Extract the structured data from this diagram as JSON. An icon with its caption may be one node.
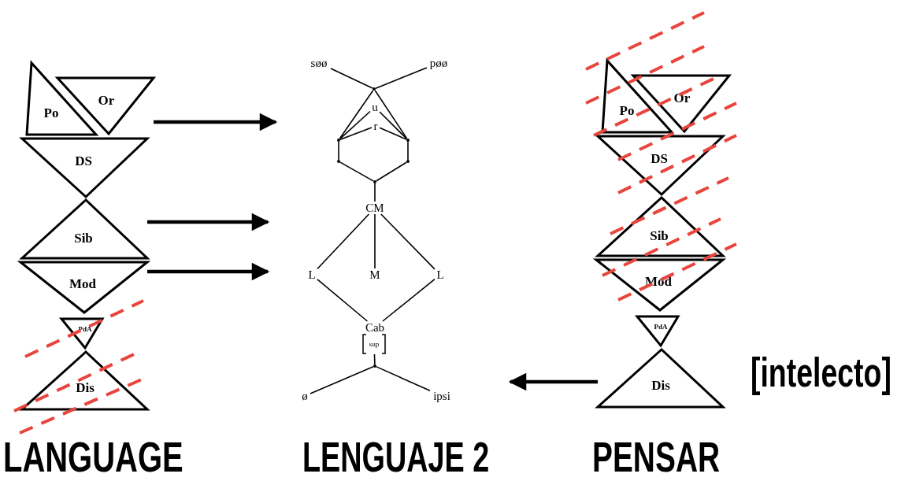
{
  "diagram": {
    "nodes": [
      {
        "text": [
          "Po"
        ]
      },
      {
        "text": [
          "Or"
        ]
      },
      {
        "text": [
          "DS"
        ]
      },
      {
        "text": [
          "Sib"
        ]
      },
      {
        "text": [
          "Mod"
        ]
      },
      {
        "text": [
          "PdA"
        ]
      },
      {
        "text": [
          "Dis"
        ]
      },
      {
        "text": [
          "søø"
        ]
      },
      {
        "text": [
          "pøø"
        ]
      },
      {
        "text": [],
        "shape": "dot"
      },
      {
        "text": [
          "u"
        ]
      },
      {
        "text": [
          "r"
        ]
      },
      {
        "text": [],
        "shape": "dot"
      },
      {
        "text": [],
        "shape": "dot"
      },
      {
        "text": [],
        "shape": "dot"
      },
      {
        "text": [],
        "shape": "dot"
      },
      {
        "text": [],
        "shape": "dot"
      },
      {
        "text": [
          "CM"
        ]
      },
      {
        "text": [
          "L"
        ]
      },
      {
        "text": [
          "M"
        ]
      },
      {
        "text": [
          "L"
        ]
      },
      {
        "text": [
          "Cab"
        ]
      },
      {
        "text": [
          "sup"
        ]
      },
      {
        "text": [],
        "shape": "dot"
      },
      {
        "text": [
          "ø"
        ]
      },
      {
        "text": [
          "ipsi"
        ]
      },
      {
        "text": [
          "Po"
        ]
      },
      {
        "text": [
          "Or"
        ]
      },
      {
        "text": [
          "DS"
        ]
      },
      {
        "text": [
          "Sib"
        ]
      },
      {
        "text": [
          "Mod"
        ]
      },
      {
        "text": [
          "PdA"
        ]
      },
      {
        "text": [
          "Dis"
        ]
      }
    ],
    "edges": [
      {
        "from": 1,
        "to": null,
        "arrow": "to",
        "style": "thick"
      },
      {
        "from": 3,
        "to": null,
        "arrow": "to",
        "style": "thick"
      },
      {
        "from": 4,
        "to": null,
        "arrow": "to",
        "style": "thick"
      },
      {
        "from": 32,
        "to": null,
        "arrow": "to",
        "style": "thick"
      },
      {
        "from": 7,
        "to": 9,
        "arrow": "none"
      },
      {
        "from": 8,
        "to": 9,
        "arrow": "none"
      },
      {
        "from": 9,
        "to": 12,
        "arrow": "none"
      },
      {
        "from": 9,
        "to": 13,
        "arrow": "none"
      },
      {
        "from": 10,
        "to": 12,
        "arrow": "none"
      },
      {
        "from": 10,
        "to": 13,
        "arrow": "none"
      },
      {
        "from": 11,
        "to": 12,
        "arrow": "none"
      },
      {
        "from": 11,
        "to": 13,
        "arrow": "none"
      },
      {
        "from": 12,
        "to": 14,
        "arrow": "none"
      },
      {
        "from": 13,
        "to": 15,
        "arrow": "none"
      },
      {
        "from": 14,
        "to": 16,
        "arrow": "none"
      },
      {
        "from": 15,
        "to": 16,
        "arrow": "none"
      },
      {
        "from": 16,
        "to": 17,
        "arrow": "none"
      },
      {
        "from": 17,
        "to": 18,
        "arrow": "none"
      },
      {
        "from": 17,
        "to": 19,
        "arrow": "none"
      },
      {
        "from": 17,
        "to": 20,
        "arrow": "none"
      },
      {
        "from": 18,
        "to": 21,
        "arrow": "none"
      },
      {
        "from": 20,
        "to": 21,
        "arrow": "none"
      },
      {
        "from": 22,
        "to": 23,
        "arrow": "none"
      },
      {
        "from": 23,
        "to": 24,
        "arrow": "none"
      },
      {
        "from": 23,
        "to": 25,
        "arrow": "none"
      }
    ],
    "labels": [
      "[intelecto]",
      "LANGUAGE",
      "LENGUAJE 2",
      "PENSAR"
    ]
  }
}
